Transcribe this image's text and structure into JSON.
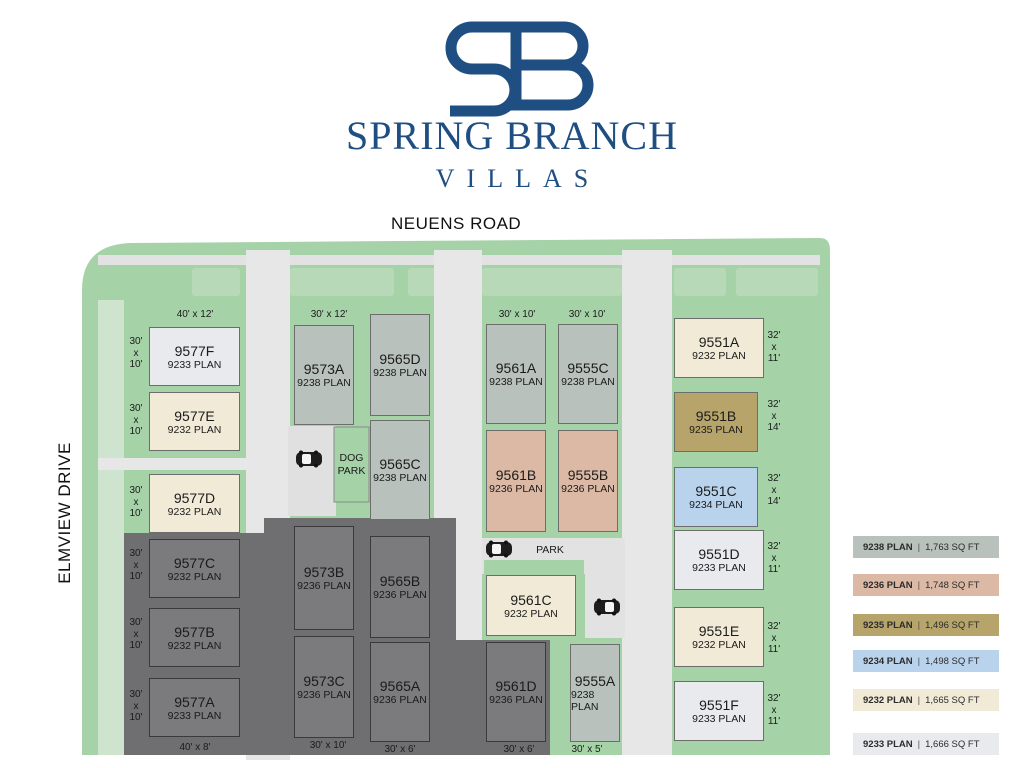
{
  "brand": {
    "monogram": "SB",
    "name": "SPRING BRANCH",
    "subtitle": "VILLAS",
    "color": "#1f4e83"
  },
  "roads": {
    "north": "NEUENS ROAD",
    "west": "ELMVIEW DRIVE"
  },
  "plans": {
    "9238": {
      "label": "9238 PLAN",
      "sqft": "1,763 SQ FT",
      "color": "#b9c1bd"
    },
    "9236": {
      "label": "9236 PLAN",
      "sqft": "1,748 SQ FT",
      "color": "#dbb9a5"
    },
    "9235": {
      "label": "9235 PLAN",
      "sqft": "1,496 SQ FT",
      "color": "#b6a46a"
    },
    "9234": {
      "label": "9234 PLAN",
      "sqft": "1,498 SQ FT",
      "color": "#bad3ec"
    },
    "9232": {
      "label": "9232 PLAN",
      "sqft": "1,665 SQ FT",
      "color": "#f1ead7"
    },
    "9233": {
      "label": "9233 PLAN",
      "sqft": "1,666 SQ FT",
      "color": "#e9eaed"
    }
  },
  "legend_order": [
    "9238",
    "9236",
    "9235",
    "9234",
    "9232",
    "9233"
  ],
  "lots": [
    {
      "id": "9577F",
      "plan_label": "9233 PLAN",
      "plan": "9233",
      "sold": false
    },
    {
      "id": "9577E",
      "plan_label": "9232 PLAN",
      "plan": "9232",
      "sold": false
    },
    {
      "id": "9577D",
      "plan_label": "9232 PLAN",
      "plan": "9232",
      "sold": false
    },
    {
      "id": "9577C",
      "plan_label": "9232 PLAN",
      "plan": "9232",
      "sold": true
    },
    {
      "id": "9577B",
      "plan_label": "9232 PLAN",
      "plan": "9232",
      "sold": true
    },
    {
      "id": "9577A",
      "plan_label": "9233 PLAN",
      "plan": "9233",
      "sold": true
    },
    {
      "id": "9573A",
      "plan_label": "9238 PLAN",
      "plan": "9238",
      "sold": false
    },
    {
      "id": "9573B",
      "plan_label": "9236 PLAN",
      "plan": "9236",
      "sold": true
    },
    {
      "id": "9573C",
      "plan_label": "9236 PLAN",
      "plan": "9236",
      "sold": true
    },
    {
      "id": "9565D",
      "plan_label": "9238 PLAN",
      "plan": "9238",
      "sold": false
    },
    {
      "id": "9565C",
      "plan_label": "9238 PLAN",
      "plan": "9238",
      "sold": false
    },
    {
      "id": "9565B",
      "plan_label": "9236 PLAN",
      "plan": "9236",
      "sold": true
    },
    {
      "id": "9565A",
      "plan_label": "9236 PLAN",
      "plan": "9236",
      "sold": true
    },
    {
      "id": "9561A",
      "plan_label": "9238 PLAN",
      "plan": "9238",
      "sold": false
    },
    {
      "id": "9561B",
      "plan_label": "9236 PLAN",
      "plan": "9236",
      "sold": false
    },
    {
      "id": "9561C",
      "plan_label": "9232 PLAN",
      "plan": "9232",
      "sold": false
    },
    {
      "id": "9561D",
      "plan_label": "9236 PLAN",
      "plan": "9236",
      "sold": true
    },
    {
      "id": "9555C",
      "plan_label": "9238 PLAN",
      "plan": "9238",
      "sold": false
    },
    {
      "id": "9555B",
      "plan_label": "9236 PLAN",
      "plan": "9236",
      "sold": false
    },
    {
      "id": "9555A",
      "plan_label": "9238 PLAN",
      "plan": "9238",
      "sold": false
    },
    {
      "id": "9551A",
      "plan_label": "9232 PLAN",
      "plan": "9232",
      "sold": false
    },
    {
      "id": "9551B",
      "plan_label": "9235 PLAN",
      "plan": "9235",
      "sold": false
    },
    {
      "id": "9551C",
      "plan_label": "9234 PLAN",
      "plan": "9234",
      "sold": false
    },
    {
      "id": "9551D",
      "plan_label": "9233 PLAN",
      "plan": "9233",
      "sold": false
    },
    {
      "id": "9551E",
      "plan_label": "9232 PLAN",
      "plan": "9232",
      "sold": false
    },
    {
      "id": "9551F",
      "plan_label": "9233 PLAN",
      "plan": "9233",
      "sold": false
    }
  ],
  "dimensions_top": [
    "40' x 12'",
    "30' x 12'",
    "30' x 10'",
    "30' x 10'"
  ],
  "dimensions_bottom": [
    "40' x 8'",
    "30' x 10'",
    "30' x 6'",
    "30' x 6'",
    "30' x 5'"
  ],
  "dimensions_side_west": [
    "30'\nx\n10'",
    "30'\nx\n10'",
    "30'\nx\n10'",
    "30'\nx\n10'",
    "30'\nx\n10'",
    "30'\nx\n10'"
  ],
  "dimensions_side_east": [
    "32'\nx\n11'",
    "32'\nx\n14'",
    "32'\nx\n14'",
    "32'\nx\n11'",
    "32'\nx\n11'",
    "32'\nx\n11'"
  ],
  "amenities": {
    "dog_park": "DOG\nPARK",
    "park": "PARK"
  },
  "colors": {
    "green": "#a6d2a8",
    "sold_gray": "#6f6f71",
    "lot_bg_gray": "#7d7d80",
    "pavement": "#e8e8e8"
  }
}
